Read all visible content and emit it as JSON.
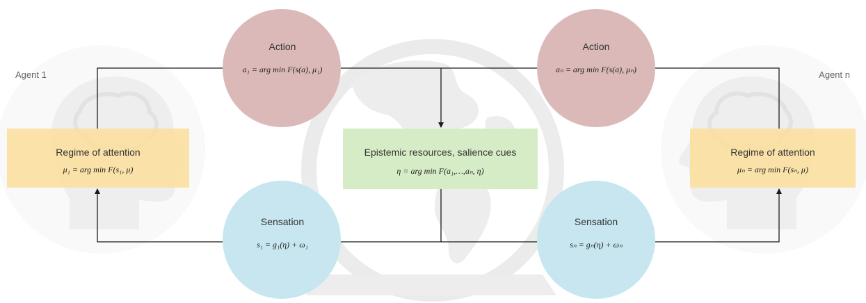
{
  "agents": {
    "left": {
      "name": "Agent 1",
      "regime_title": "Regime of attention",
      "regime_eq": "μ₁ = arg min F(s₁, μ)"
    },
    "right": {
      "name": "Agent n",
      "regime_title": "Regime of attention",
      "regime_eq": "μₙ = arg min F(sₙ, μ)"
    }
  },
  "actions": {
    "left": {
      "title": "Action",
      "eq": "a₁ = arg min F(s(a), μ₁)"
    },
    "right": {
      "title": "Action",
      "eq": "aₙ = arg min F(s(a), μₙ)"
    }
  },
  "sensations": {
    "left": {
      "title": "Sensation",
      "eq": "s₁ = g₁(η) + ω₁"
    },
    "right": {
      "title": "Sensation",
      "eq": "sₙ = gₙ(η) + ωₙ"
    }
  },
  "environment": {
    "title": "Epistemic resources, salience cues",
    "eq": "η = arg min F(a₁,…,aₙ, η)"
  },
  "colors": {
    "action": "#dcb9b9",
    "sensation": "#c7e6ef",
    "regime": "#f9dfa0",
    "environment": "#d6ecc7",
    "lines": "#1a1a1a",
    "watermark": "#e2e2e2"
  },
  "icons": {
    "head": "brain-head-icon",
    "globe": "globe-icon"
  }
}
